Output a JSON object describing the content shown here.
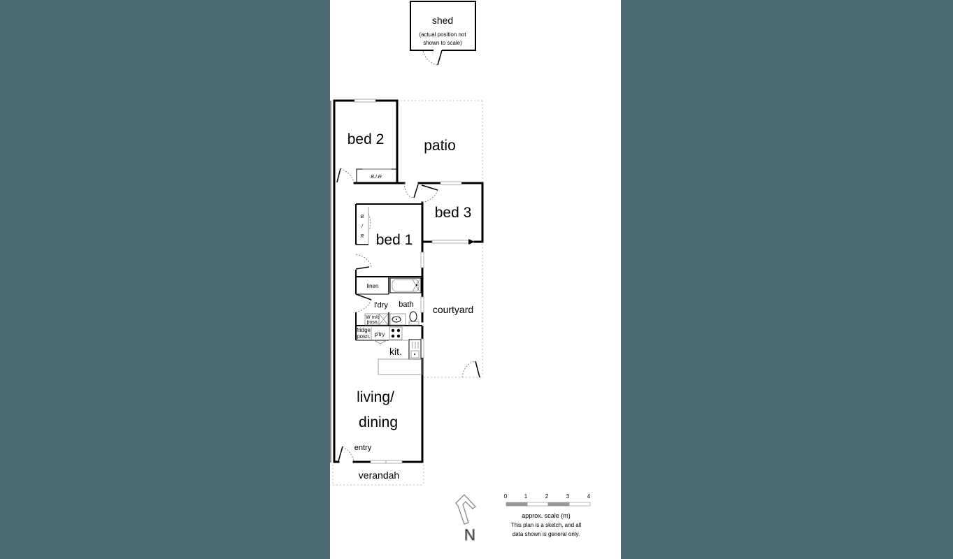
{
  "plan": {
    "rooms": {
      "shed": "shed",
      "shed_note_1": "(actual position not",
      "shed_note_2": "shown to scale)",
      "bed2": "bed 2",
      "bir_bed2": "B.I.R",
      "patio": "patio",
      "bed3": "bed 3",
      "bed1": "bed 1",
      "bir_bed1_b": "B",
      "bir_bed1_i": "/",
      "bir_bed1_r": "R",
      "linen": "linen",
      "laundry": "l'dry",
      "bath": "bath",
      "wm_1": "W m/c",
      "wm_2": "posn.",
      "fridge_1": "fridge",
      "fridge_2": "posn.",
      "pantry": "p'try",
      "kitchen": "kit.",
      "courtyard": "courtyard",
      "living_1": "living/",
      "living_2": "dining",
      "entry": "entry",
      "verandah": "verandah"
    },
    "scale": {
      "ticks": [
        "0",
        "1",
        "2",
        "3",
        "4"
      ],
      "label": "approx. scale (m)",
      "disclaimer_1": "This plan is a sketch, and all",
      "disclaimer_2": "data shown is general only."
    },
    "north_arrow": "N",
    "colors": {
      "background": "#4d6a74",
      "sheet": "#ffffff",
      "walls": "#000000",
      "scale_bar_fill": "#999999"
    }
  }
}
